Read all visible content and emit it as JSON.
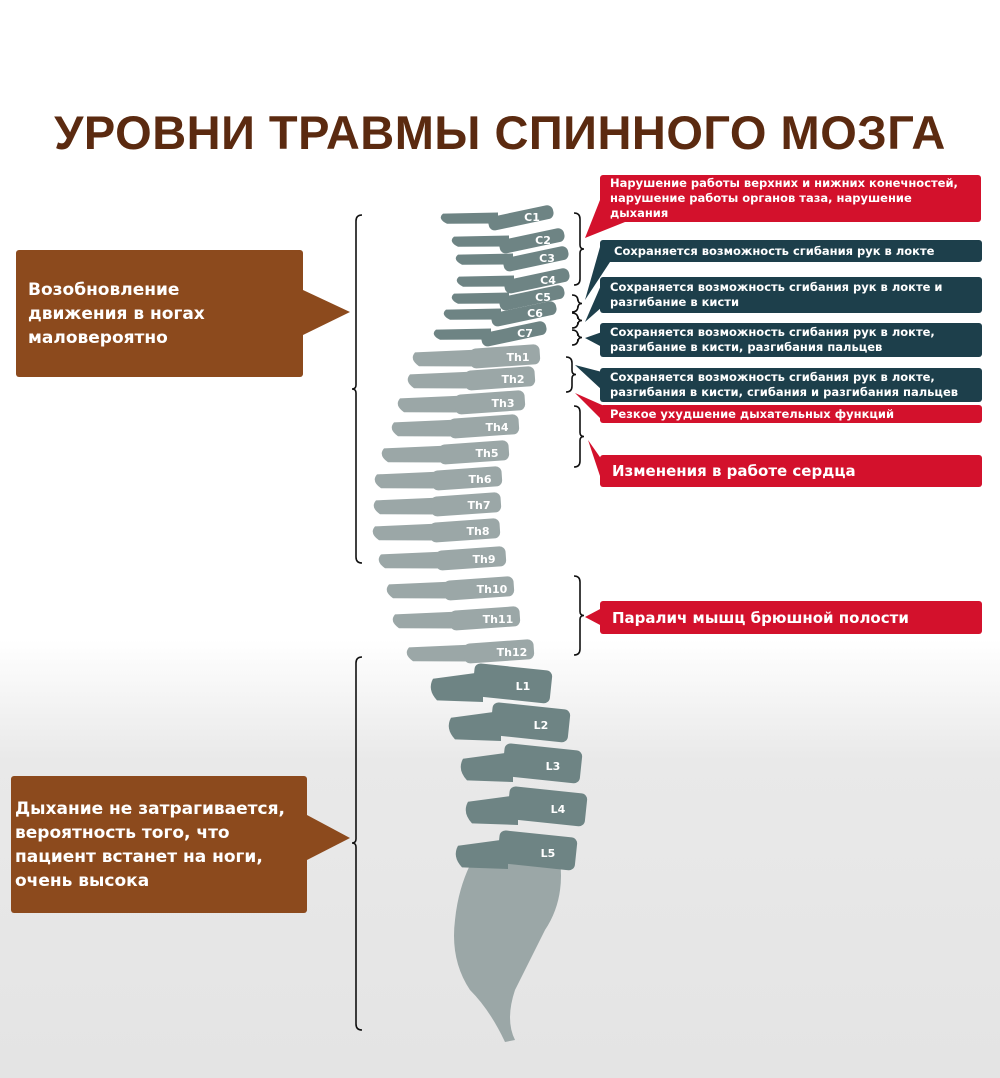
{
  "title": "УРОВНИ ТРАВМЫ СПИННОГО МОЗГА",
  "left_notes": [
    {
      "text": "Возобновление движения в ногах маловероятно"
    },
    {
      "text": "Дыхание не затрагивается, вероятность того, что пациент встанет на ноги, очень высока"
    }
  ],
  "right_notes": [
    {
      "text": "Нарушение работы верхних и нижних конечностей, нарушение работы органов таза, нарушение дыхания",
      "color": "#d3112c"
    },
    {
      "text": "Сохраняется возможность сгибания рук в локте",
      "color": "#1d3f4b"
    },
    {
      "text": "Сохраняется возможность сгибания рук в локте и разгибание в кисти",
      "color": "#1d3f4b"
    },
    {
      "text": "Сохраняется возможность сгибания рук в локте, разгибание в кисти, разгибания пальцев",
      "color": "#1d3f4b"
    },
    {
      "text": "Сохраняется возможность сгибания рук в локте, разгибания в кисти, сгибания и разгибания пальцев",
      "color": "#1d3f4b"
    },
    {
      "text": "Резкое ухудшение дыхательных функций",
      "color": "#d3112c"
    },
    {
      "text": "Изменения в работе сердца",
      "color": "#d3112c"
    },
    {
      "text": "Паралич мышц брюшной полости",
      "color": "#d3112c"
    }
  ],
  "vertebrae": [
    "C1",
    "C2",
    "C3",
    "C4",
    "C5",
    "C6",
    "C7",
    "Th1",
    "Th2",
    "Th3",
    "Th4",
    "Th5",
    "Th6",
    "Th7",
    "Th8",
    "Th9",
    "Th10",
    "Th11",
    "Th12",
    "L1",
    "L2",
    "L3",
    "L4",
    "L5"
  ],
  "colors": {
    "title": "#5b2a10",
    "brown": "#8c4a1d",
    "red": "#d3112c",
    "teal": "#1d3f4b",
    "spine_dark": "#6e8484",
    "spine_light": "#9ba7a7"
  }
}
